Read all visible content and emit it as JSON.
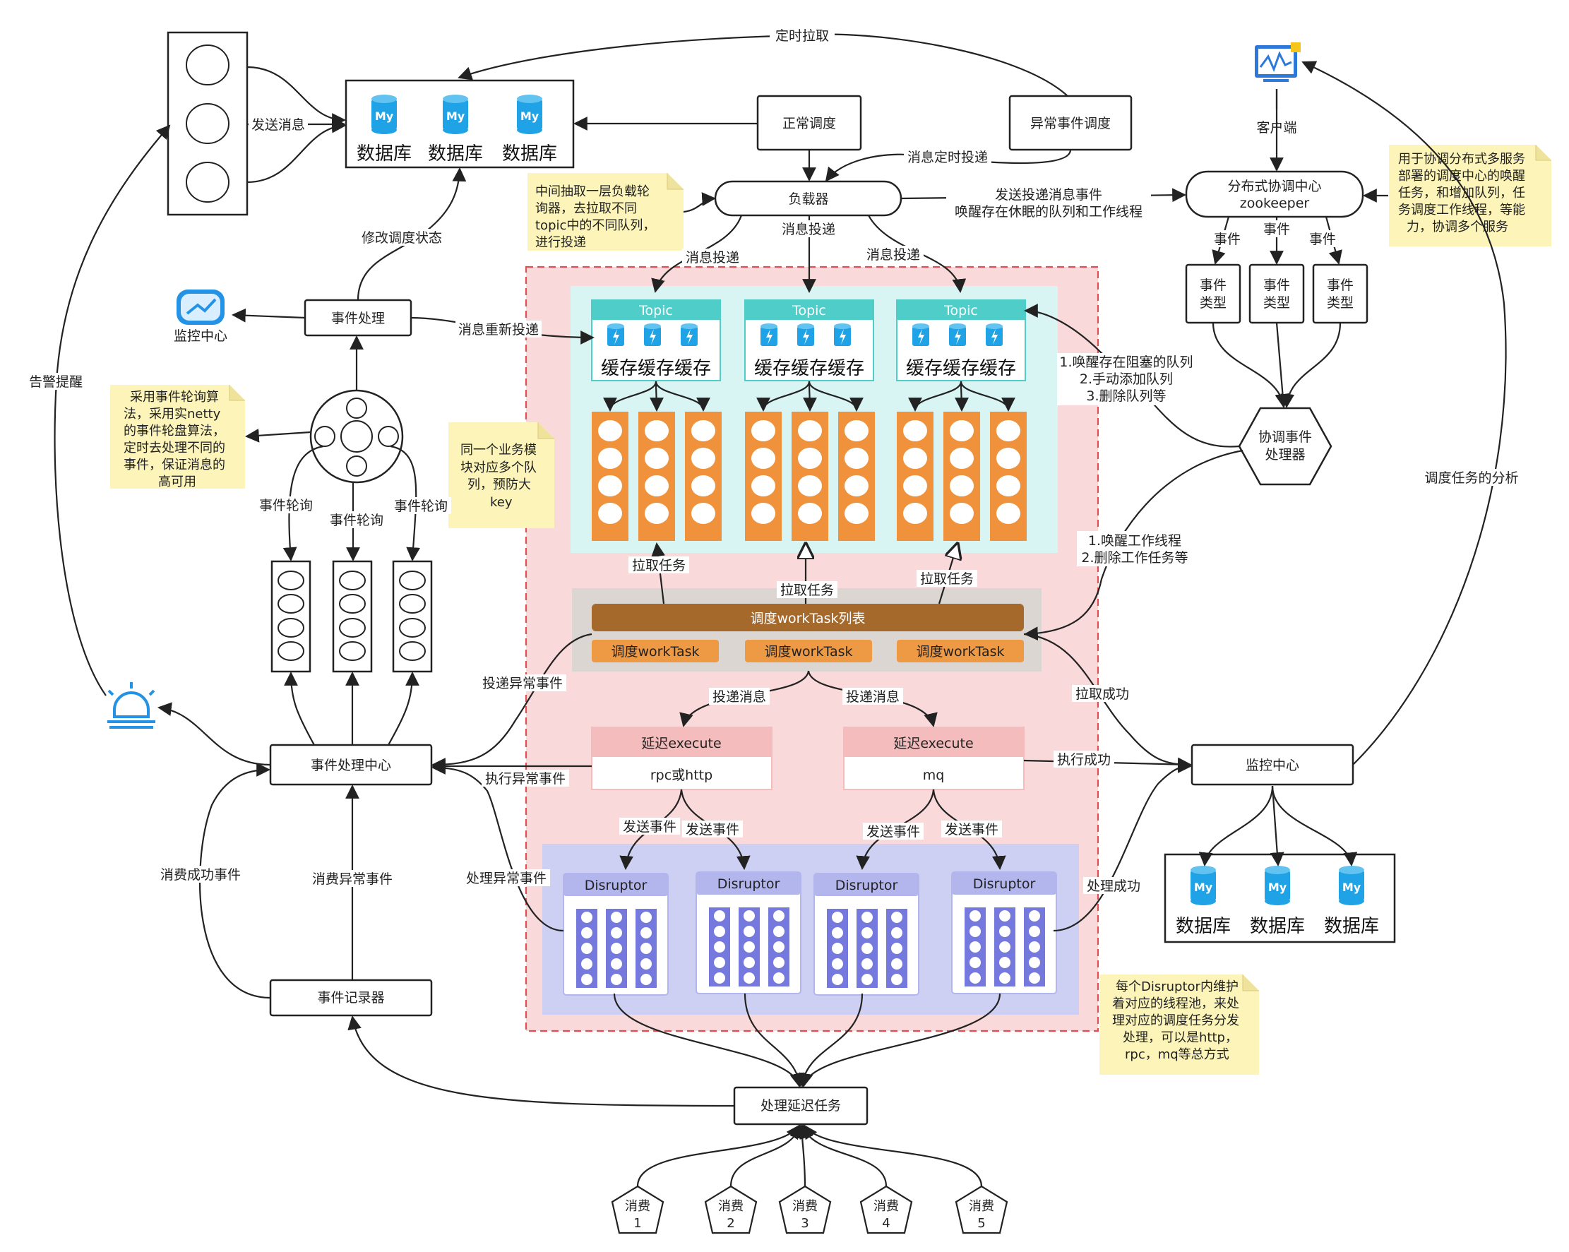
{
  "colors": {
    "main_area_fill": "#f9d9d9",
    "main_area_stroke": "#e05050",
    "topic_area_fill": "#d8f4f3",
    "topic_header": "#4fcdc8",
    "queue_orange": "#f0913b",
    "worktask_list_brown": "#a5692c",
    "worktask_orange": "#ee9a45",
    "execute_header_pink": "#f4bcbc",
    "disruptor_area_fill": "#ced0f3",
    "disruptor_header": "#b3b6ec",
    "disruptor_body": "#7579de",
    "mysql_blue": "#1fa3e6",
    "note_yellow": "#fcf4b8",
    "gray_area": "#dcd6d2"
  },
  "nodes": {
    "normal_schedule": "正常调度",
    "abnormal_schedule": "异常事件调度",
    "load_balancer": "负载器",
    "client": "客户端",
    "zk_line1": "分布式协调中心",
    "zk_line2": "zookeeper",
    "event_type_line1": "事件",
    "event_type_line2": "类型",
    "coordinator_line1": "协调事件",
    "coordinator_line2": "处理器",
    "event_processing": "事件处理",
    "monitor_center_icon": "监控中心",
    "event_center": "事件处理中心",
    "event_recorder": "事件记录器",
    "monitor_center": "监控中心",
    "handle_delay": "处理延迟任务",
    "database": "数据库",
    "mysql_text": "My",
    "topic": "Topic",
    "cache": "缓存",
    "worktask_list": "调度workTask列表",
    "worktask": "调度workTask",
    "delay_execute": "延迟execute",
    "rpc": "rpc或http",
    "mq": "mq",
    "disruptor": "Disruptor",
    "consumer": "消费",
    "consumer_numbers": [
      "1",
      "2",
      "3",
      "4",
      "5"
    ]
  },
  "notes": {
    "load_balance_note": [
      "中间抽取一层负载轮",
      "询器，去拉取不同",
      "topic中的不同队列，",
      "进行投递"
    ],
    "zk_note": [
      "用于协调分布式多服务",
      "部署的调度中心的唤醒",
      "任务，和增加队列，任",
      "务调度工作线程，等能",
      "力，协调多个服务"
    ],
    "time_wheel_note": [
      "采用事件轮询算",
      "法，采用实netty",
      "的事件轮盘算法，",
      "定时去处理不同的",
      "事件，保证消息的",
      "高可用"
    ],
    "queue_note": [
      "同一个业务模",
      "块对应多个队",
      "列，预防大",
      "key"
    ],
    "disruptor_note": [
      "每个Disruptor内维护",
      "着对应的线程池，来处",
      "理对应的调度任务分发",
      "处理，可以是http，",
      "rpc，mq等总方式"
    ]
  },
  "edges": {
    "timed_pull": "定时拉取",
    "send_msg": "发送消息",
    "msg_timed_delivery": "消息定时投递",
    "send_delivery_line1": "发送投递消息事件",
    "send_delivery_line2": "唤醒存在休眠的队列和工作线程",
    "modify_status": "修改调度状态",
    "msg_delivery": "消息投递",
    "msg_redelivery": "消息重新投递",
    "event": "事件",
    "wake_line1": "1.唤醒存在阻塞的队列",
    "wake_line2": "2.手动添加队列",
    "wake_line3": "3.删除队列等",
    "wake_worker_line1": "1.唤醒工作线程",
    "wake_worker_line2": "2.删除工作任务等",
    "alarm": "告警提醒",
    "event_poll": "事件轮询",
    "pull_task": "拉取任务",
    "deliver_exception": "投递异常事件",
    "deliver_msg": "投递消息",
    "exec_exception": "执行异常事件",
    "send_event": "发送事件",
    "handle_exception": "处理异常事件",
    "pull_success": "拉取成功",
    "exec_success": "执行成功",
    "handle_success": "处理成功",
    "consume_success": "消费成功事件",
    "consume_exception": "消费异常事件",
    "schedule_analysis": "调度任务的分析"
  }
}
